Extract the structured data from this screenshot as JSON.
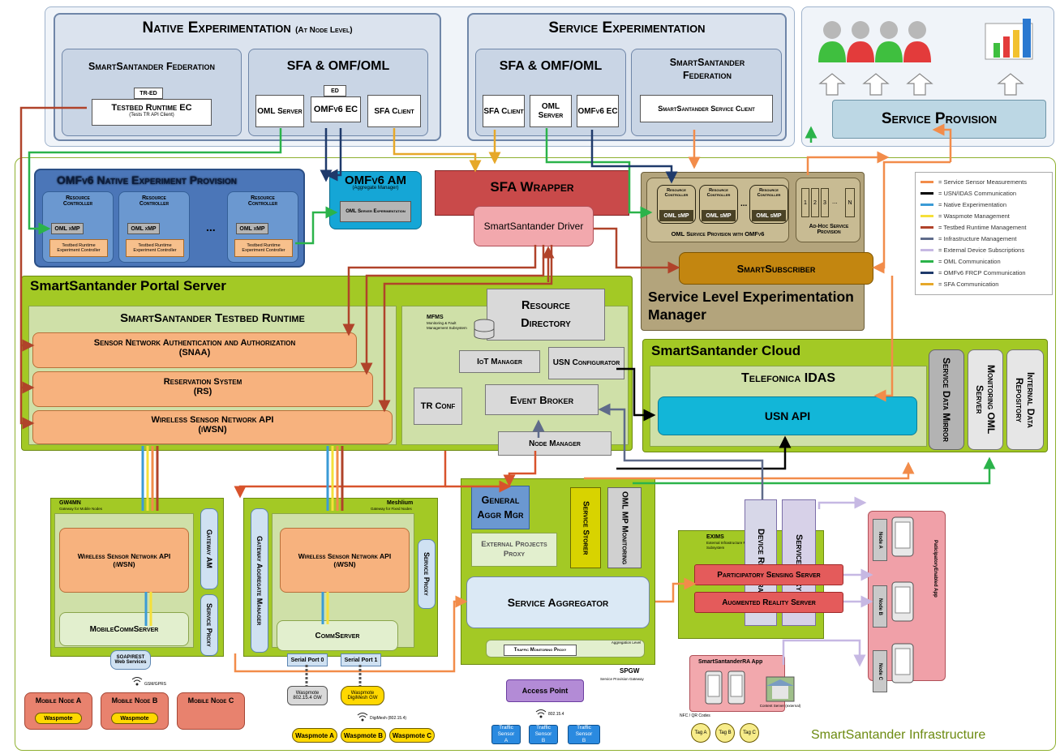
{
  "native_exp": {
    "title": "Native Experimentation",
    "subtitle": "(At Node Level)",
    "fed": "SmartSantander Federation",
    "tred": "TR-ED",
    "tr_ec": "Testbed Runtime EC",
    "tr_ec_sub": "(Tests TR API Client)",
    "sfa": "SFA & OMF/OML",
    "oml_server": "OML Server",
    "ed": "ED",
    "omf_ec": "OMFv6 EC",
    "sfa_client": "SFA Client"
  },
  "service_exp": {
    "title": "Service Experimentation",
    "sfa": "SFA & OMF/OML",
    "sfa_client": "SFA Client",
    "oml_server": "OML Server",
    "omf_ec": "OMFv6 EC",
    "fed": "SmartSantander Federation",
    "fed_client": "SmartSantander Service Client"
  },
  "service_provision": {
    "label": "Service Provision"
  },
  "omf_native": {
    "title": "OMFv6 Native Experiment Provision",
    "rc": "Resource Controller",
    "oml": "OML xMP",
    "tec": "Testbed Runtime Experiment Controller",
    "dots": "..."
  },
  "omf_am": {
    "title": "OMFv6 AM",
    "sub": "(Aggregate Manager)",
    "oml": "OML Server Experimentation"
  },
  "sfa_wrapper": {
    "title": "SFA Wrapper",
    "driver": "SmartSantander Driver"
  },
  "slem": {
    "rc": "Resource Controller",
    "oml": "OML sMP",
    "dots": "...",
    "n1": "1",
    "n2": "2",
    "n3": "3",
    "nd": "...",
    "nn": "N",
    "oml_prov": "OML Service Provision with OMFv6",
    "adhoc": "Ad-Hoc Service Provision",
    "subscriber": "SmartSubscriber",
    "title": "Service Level Experimentation Manager"
  },
  "legend": [
    {
      "label": "Service Sensor Measurements",
      "color": "#f28c4a"
    },
    {
      "label": "USN/IDAS Communication",
      "color": "#000000"
    },
    {
      "label": "Native Experimentation",
      "color": "#3b9bd6"
    },
    {
      "label": "Waspmote Management",
      "color": "#f5e03a"
    },
    {
      "label": "Testbed Runtime Management",
      "color": "#b0432a"
    },
    {
      "label": "Infrastructure Management",
      "color": "#5f6b8a"
    },
    {
      "label": "External Device Subscriptions",
      "color": "#c6b8e3"
    },
    {
      "label": "OML Communication",
      "color": "#2bb34a"
    },
    {
      "label": "OMFv6 FRCP Communication",
      "color": "#1f3a6b"
    },
    {
      "label": "SFA Communication",
      "color": "#e6a82a"
    }
  ],
  "portal": {
    "title": "SmartSantander Portal Server",
    "testbed": "SmartSantander Testbed Runtime",
    "snaa": "Sensor Network Authentication and Authorization",
    "snaa_ab": "(SNAA)",
    "rs": "Reservation System",
    "rs_ab": "(RS)",
    "iwsn": "Wireless Sensor Network API",
    "iwsn_ab": "(iWSN)",
    "mfms": "MFMS",
    "mfms_sub": "Monitoring & Fault Management Subsystem",
    "rd": "Resource Directory",
    "iot": "IoT Manager",
    "usn": "USN Configurator",
    "tr_conf": "TR Conf",
    "event": "Event Broker",
    "node_mgr": "Node Manager"
  },
  "cloud": {
    "title": "SmartSantander Cloud",
    "idas": "Telefonica IDAS",
    "usn_api": "USN API",
    "mirror": "Service Data Mirror",
    "oml_srv": "Monitoring OML Server",
    "repo": "Internal Data Repository"
  },
  "gw4mn": {
    "title": "GW4MN",
    "sub": "Gateway for Mobile Nodes",
    "iwsn": "Wireless Sensor Network API",
    "iwsn_ab": "(iWSN)",
    "gam": "Gateway AM",
    "sp": "Service Proxy",
    "mcs": "MobileCommServer",
    "soap": "SOAP/REST Web Services",
    "gsm": "GSM/GPRS",
    "mna": "Mobile Node A",
    "mnb": "Mobile Node B",
    "mnc": "Mobile Node C",
    "wasp": "Waspmote"
  },
  "meshlium": {
    "title": "Meshlium",
    "sub": "Gateway for Fixed Nodes",
    "gam": "Gateway Aggregate Manager",
    "iwsn": "Wireless Sensor Network API",
    "iwsn_ab": "(iWSN)",
    "sp": "Service Proxy",
    "cs": "CommServer",
    "sp0": "Serial Port 0",
    "sp1": "Serial Port 1",
    "w1": "Waspmote 802.15.4 GW",
    "w2": "Waspmote DigiMesh GW",
    "digi": "DigiMesh (802.15.4)",
    "wa": "Waspmote A",
    "wb": "Waspmote B",
    "wc": "Waspmote C"
  },
  "spgw": {
    "gam": "General Aggr Mgr",
    "store": "Service Storer",
    "oml": "OML MP Monitoring",
    "ext": "External Projects Proxy",
    "agg": "Service Aggregator",
    "agg_lvl": "Aggregation Level",
    "tmp": "Traffic Monitoring Proxy",
    "title": "SPGW",
    "sub": "Service Provision Gateway",
    "ap": "Access Point",
    "ieee": "802.15.4",
    "ts": "Traffic Sensor",
    "tsa": "A",
    "tsb": "B",
    "tsc": "B"
  },
  "exims": {
    "title": "EXIMS",
    "sub": "External Infrastructure Management Subsystem",
    "dr": "Device Registrar",
    "sp": "Service Proxy",
    "pss": "Participatory Sensing Server",
    "ars": "Augmented Reality Server",
    "pad": "PaticipatoryEnabled App",
    "na": "Node A",
    "nb": "Node B",
    "nc": "Node C",
    "ra": "SmartSantanderRA App",
    "nfc": "NFC / QR Codes",
    "ta": "Tag A",
    "tb": "Tag B",
    "tc": "Tag C",
    "cs": "Content Server (external)"
  },
  "infra": {
    "label": "SmartSantander Infrastructure"
  }
}
